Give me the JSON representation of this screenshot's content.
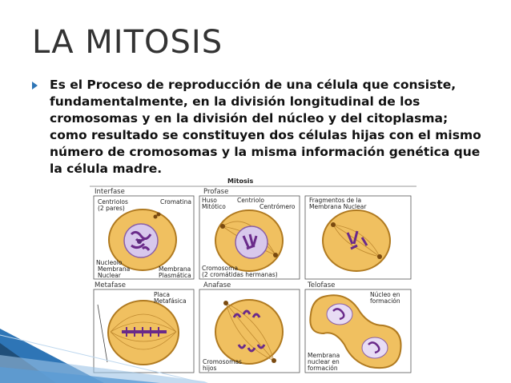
{
  "slide": {
    "title": "LA MITOSIS",
    "bullet_text": "Es el Proceso de reproducción de una célula que consiste, fundamentalmente, en la división longitudinal de los cromosomas y en la división del núcleo y del citoplasma; como resultado se constituyen dos células hijas con el mismo número de cromosomas y la misma información genética que la célula madre.",
    "accent_color": "#2e75b6"
  },
  "figure": {
    "heading": "Mitosis",
    "phases": {
      "interfase": "Interfase",
      "profase": "Profase",
      "metafase": "Metafase",
      "anafase": "Anafase",
      "telofase": "Telofase"
    },
    "labels": {
      "centriolos_1": "Centriolos",
      "centriolos_2": "(2 pares)",
      "cromatina": "Cromatina",
      "nucleolo": "Nucleolo",
      "membrana_nuclear_1": "Membrana",
      "membrana_nuclear_2": "Nuclear",
      "membrana_plasmatica_1": "Membrana",
      "membrana_plasmatica_2": "Plasmática",
      "huso_1": "Huso",
      "huso_2": "Mitótico",
      "centriolo": "Centriolo",
      "centromero": "Centrómero",
      "cromosoma_1": "Cromosoma",
      "cromosoma_2": "(2 cromátidas hermanas)",
      "fragmentos_1": "Fragmentos de la",
      "fragmentos_2": "Membrana Nuclear",
      "placa_1": "Placa",
      "placa_2": "Metafásica",
      "cromosomas_hijos_1": "Cromosomas",
      "cromosomas_hijos_2": "hijos",
      "nucleo_formacion_1": "Núcleo en",
      "nucleo_formacion_2": "formación",
      "membrana_formacion_1": "Membrana",
      "membrana_formacion_2": "nuclear en",
      "membrana_formacion_3": "formación"
    },
    "colors": {
      "cell_fill": "#f0c060",
      "cell_stroke": "#b07a20",
      "nucleus_fill": "#d8c8ec",
      "chromosome": "#6a2a8a",
      "panel_border": "#555555"
    }
  }
}
